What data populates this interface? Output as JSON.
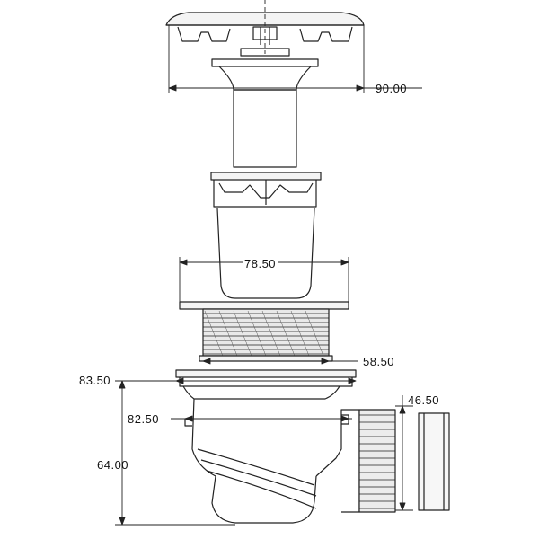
{
  "dimensions": {
    "cap_width": "90.00",
    "strainer_width": "78.50",
    "thread_width": "58.50",
    "flange_width": "83.50",
    "body_width": "82.50",
    "height": "64.00",
    "outlet_diameter": "46.50"
  }
}
